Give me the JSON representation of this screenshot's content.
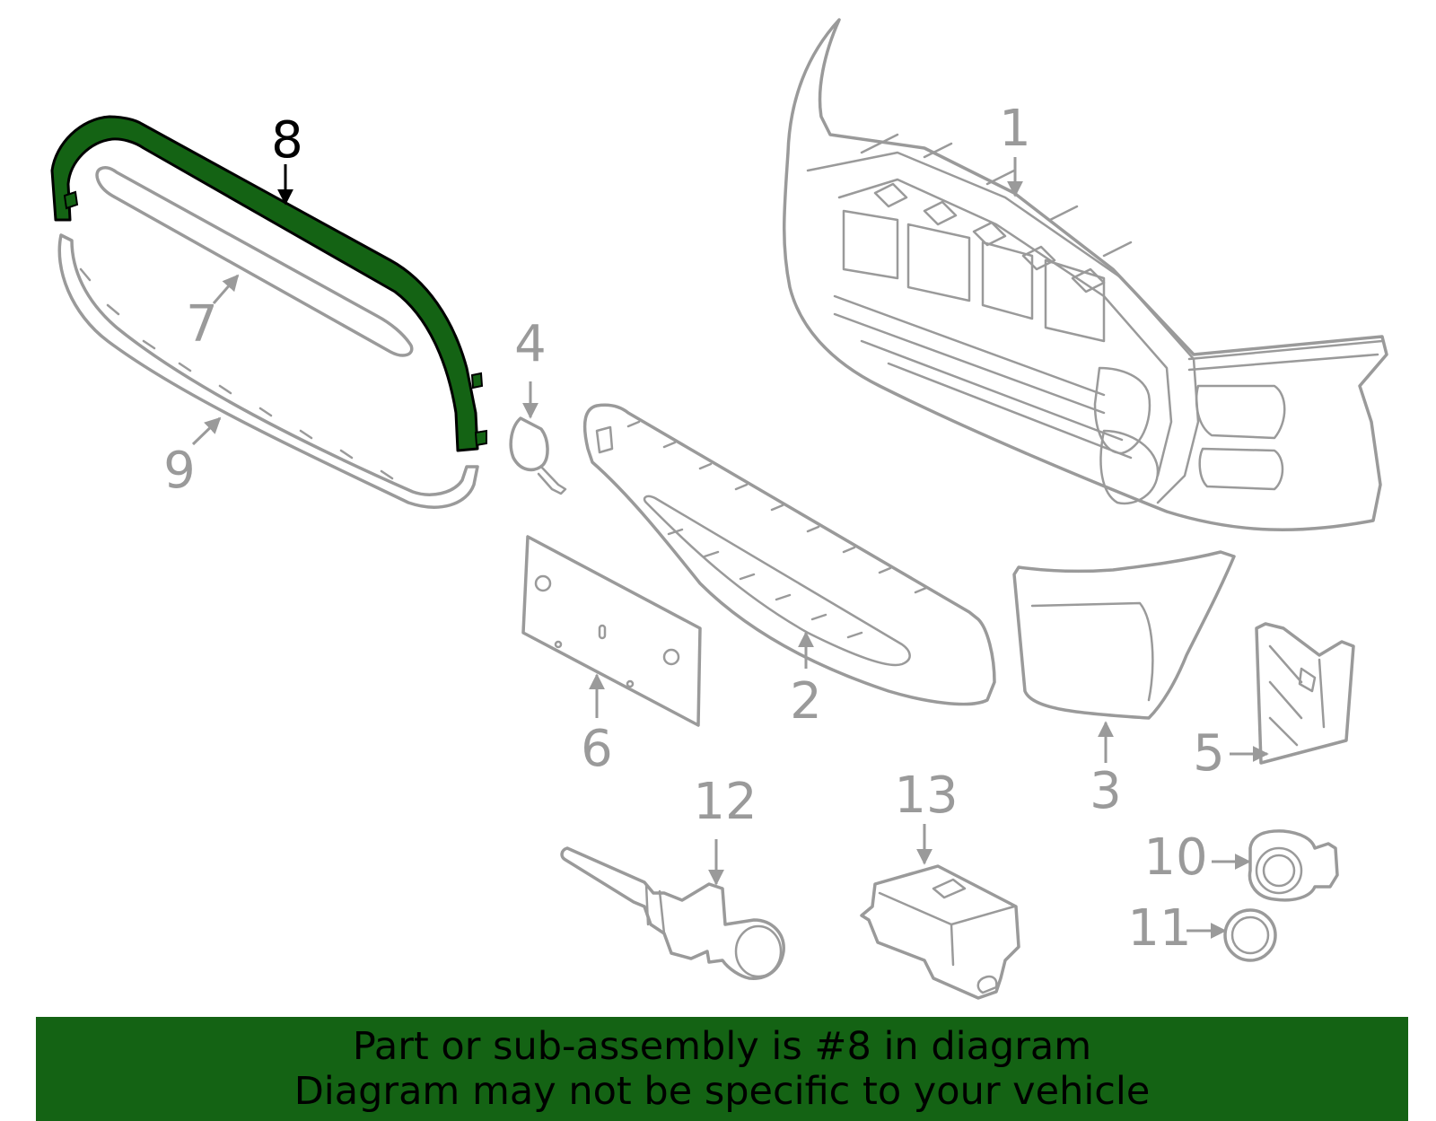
{
  "colors": {
    "highlight": "#146314",
    "outline": "#9a9a9a",
    "selected_label": "#000000",
    "label": "#9a9a9a"
  },
  "callouts": {
    "c1": "1",
    "c2": "2",
    "c3": "3",
    "c4": "4",
    "c5": "5",
    "c6": "6",
    "c7": "7",
    "c8": "8",
    "c9": "9",
    "c10": "10",
    "c11": "11",
    "c12": "12",
    "c13": "13"
  },
  "selected_part": "8",
  "banner": {
    "line1": "Part or sub-assembly is #8 in diagram",
    "line2": "Diagram may not be specific to your vehicle"
  }
}
